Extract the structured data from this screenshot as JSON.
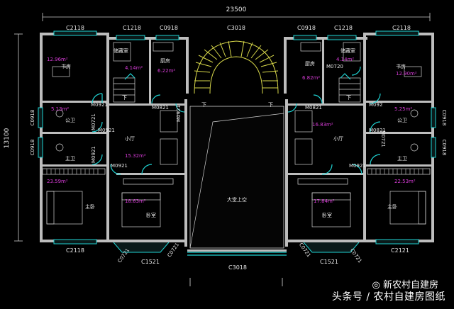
{
  "dimensions": {
    "top_total": "23500",
    "left_total": "13100"
  },
  "top_windows": [
    "C2118",
    "C1218",
    "C0918",
    "C3018",
    "C0918",
    "C1218",
    "C2118"
  ],
  "bottom_windows": [
    "C2118",
    "C0721",
    "C1521",
    "C0721",
    "C3018",
    "C0721",
    "C1521",
    "C0721",
    "C2121"
  ],
  "left_windows": [
    "C0918",
    "C0918"
  ],
  "right_windows": [
    "C0918",
    "C0918"
  ],
  "rooms": {
    "study_left": {
      "name": "书房",
      "area": "12.96m²"
    },
    "storage_left": {
      "name": "储藏室",
      "area": "4.14m²"
    },
    "kitchen_left": {
      "name": "厨房",
      "area": "6.22m²"
    },
    "bath_left_a": {
      "name": "公卫",
      "area": "5.13m²"
    },
    "bath_left_b": {
      "name": "主卫"
    },
    "hall_left": {
      "name": "小厅",
      "area": "15.32m²"
    },
    "master_left": {
      "name": "主卧",
      "area": "23.59m²"
    },
    "bedroom_left": {
      "name": "卧室",
      "area": "18.63m²"
    },
    "void": {
      "name": "大堂上空"
    },
    "study_right": {
      "name": "书房",
      "area": "12.90m²"
    },
    "storage_right": {
      "name": "储藏室",
      "area": "4.14m²"
    },
    "kitchen_right": {
      "name": "厨房",
      "area": "6.82m²"
    },
    "bath_right_a": {
      "name": "公卫",
      "area": "5.25m²"
    },
    "bath_right_b": {
      "name": "主卫"
    },
    "hall_right": {
      "name": "小厅",
      "area": "16.83m²"
    },
    "master_right": {
      "name": "主卧",
      "area": "22.53m²"
    },
    "bedroom_right": {
      "name": "卧室",
      "area": "17.84m²"
    }
  },
  "doors": {
    "d_left_1": "M0921",
    "d_left_2": "M0921",
    "d_left_3": "M0921",
    "d_left_4": "M0821",
    "d_left_5": "M0721",
    "d_left_6": "M0921",
    "d_left_7": "M0921",
    "d_right_1": "M0720",
    "d_right_2": "M0821",
    "d_right_3": "M092",
    "d_right_4": "M0821",
    "d_right_5": "M0921",
    "d_right_6": "M0721"
  },
  "stair_marks": {
    "up": "下"
  },
  "watermark": {
    "brand": "新农村自建房",
    "source": "头条号 / 农村自建房图纸"
  },
  "colors": {
    "background": "#000000",
    "window": "#1fd3d3",
    "area_text": "#d63cd6",
    "wall": "#bdbdbd",
    "stair": "#d8d84a"
  }
}
